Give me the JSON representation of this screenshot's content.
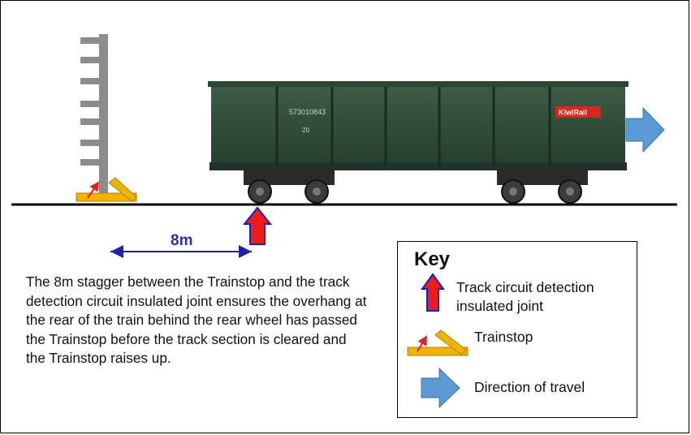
{
  "diagram": {
    "distance_label": "8m",
    "explanation": "The 8m stagger between the Trainstop and the track detection circuit insulated joint ensures the overhang at the rear of the train behind the rear wheel has passed the Trainstop before the track section is cleared and the Trainstop raises up.",
    "wagon": {
      "number": "573010843",
      "sub_number": "20",
      "brand": "KiwiRail",
      "body_color": "#2f4a37"
    },
    "colors": {
      "joint_arrow": "#ee1c1c",
      "joint_arrow_outline": "#1f1fa8",
      "direction_arrow": "#5b9bd5",
      "trainstop_base": "#f0b400",
      "distance_line": "#1f1fa8"
    }
  },
  "key": {
    "title": "Key",
    "items": [
      {
        "icon": "red-up-arrow-icon",
        "label": "Track circuit detection insulated joint"
      },
      {
        "icon": "trainstop-icon",
        "label": "Trainstop"
      },
      {
        "icon": "blue-right-arrow-icon",
        "label": "Direction of travel"
      }
    ]
  }
}
